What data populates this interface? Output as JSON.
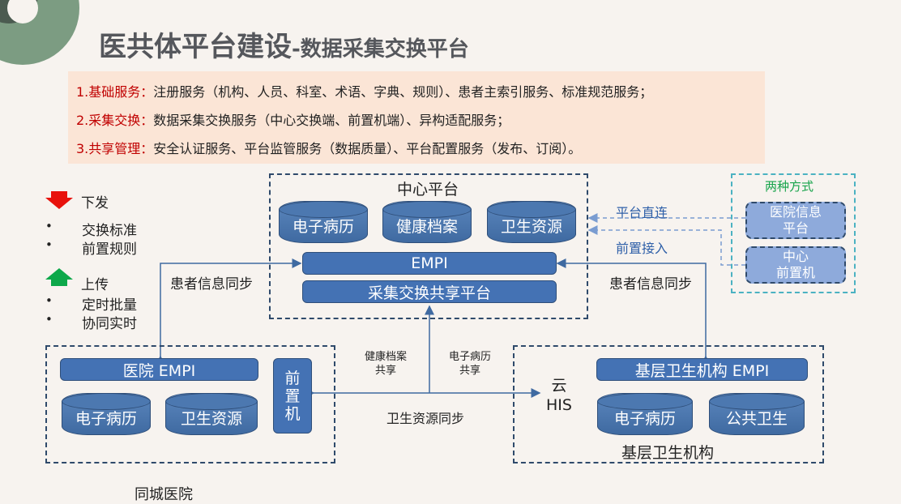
{
  "title": {
    "main": "医共体平台建设",
    "sub": "-数据采集交换平台"
  },
  "services": [
    {
      "key": "1.基础服务：",
      "text": "注册服务（机构、人员、科室、术语、字典、规则）、患者主索引服务、标准规范服务；"
    },
    {
      "key": "2.采集交换：",
      "text": "数据采集交换服务（中心交换端、前置机端）、异构适配服务；"
    },
    {
      "key": "3.共享管理：",
      "text": "安全认证服务、平台监管服务（数据质量）、平台配置服务（发布、订阅）。"
    }
  ],
  "legend": {
    "down": {
      "label": "下发",
      "items": [
        "交换标准",
        "前置规则"
      ],
      "color": "#e8120c"
    },
    "up": {
      "label": "上传",
      "items": [
        "定时批量",
        "协同实时"
      ],
      "color": "#0da84a"
    },
    "bullet": "•"
  },
  "center": {
    "title": "中心平台",
    "dbs": [
      "电子病历",
      "健康档案",
      "卫生资源"
    ],
    "empi": "EMPI",
    "exchange": "采集交换共享平台"
  },
  "modes": {
    "title": "两种方式",
    "items": [
      "医院信息\n平台",
      "中心\n前置机"
    ],
    "direct": "平台直连",
    "proxy": "前置接入",
    "title_color": "#16a34a"
  },
  "sync": {
    "left": "患者信息同步",
    "right": "患者信息同步",
    "health": "健康档案\n共享",
    "emr": "电子病历\n共享",
    "resource": "卫生资源同步"
  },
  "hospital": {
    "empi": "医院 EMPI",
    "dbs": [
      "电子病历",
      "卫生资源"
    ],
    "frontend": "前\n置\n机",
    "caption": "同城医院"
  },
  "primary": {
    "empi": "基层卫生机构 EMPI",
    "cloud": "云\nHIS",
    "dbs": [
      "电子病历",
      "公共卫生"
    ],
    "caption": "基层卫生机构"
  },
  "colors": {
    "accent": "#4472b4",
    "dashed": "#2f4a6b",
    "teal": "#4bb2c2",
    "highlight": "#fbe5d6",
    "key": "#c00000"
  }
}
